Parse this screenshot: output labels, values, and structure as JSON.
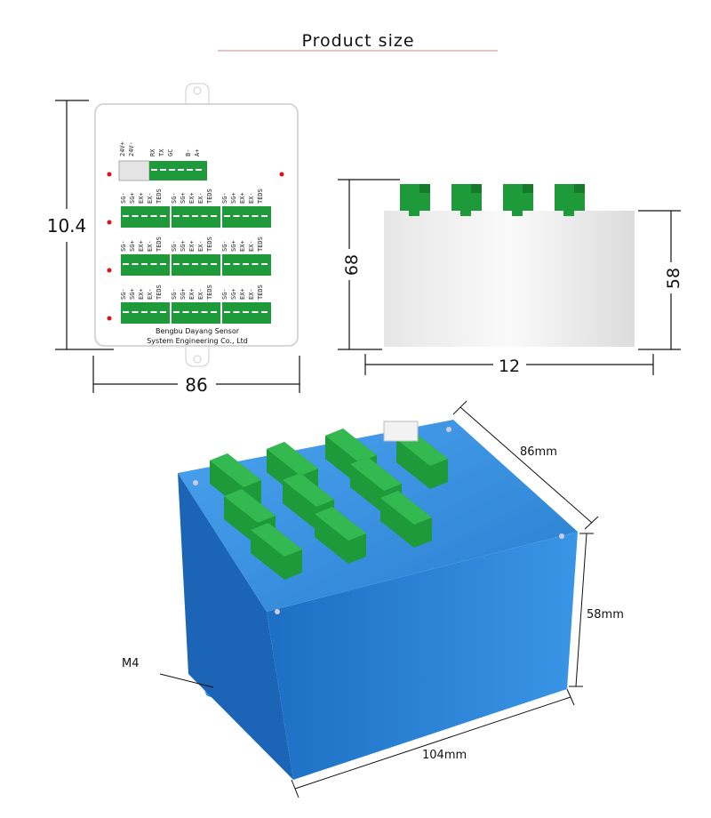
{
  "title": "Product size",
  "front_view": {
    "height_label": "10.4",
    "width_label": "86",
    "power_pins": [
      "24V+",
      "24V-"
    ],
    "comm_pins": [
      "RX",
      "TX",
      "GC",
      "",
      "B-",
      "A+"
    ],
    "channel_pins": [
      "SG-",
      "SG+",
      "EX+",
      "EX-",
      "TEDS"
    ],
    "company_line1": "Bengbu Dayang Sensor",
    "company_line2": "System Engineering Co., Ltd"
  },
  "side_view": {
    "total_height_label": "68",
    "body_height_label": "58",
    "depth_label": "12"
  },
  "iso_view": {
    "depth_label": "86mm",
    "height_label": "58mm",
    "width_label": "104mm",
    "mount_label": "M4"
  },
  "colors": {
    "green": "#1f9a3a",
    "blue": "#2f86d6",
    "accent": "#c0392b"
  }
}
